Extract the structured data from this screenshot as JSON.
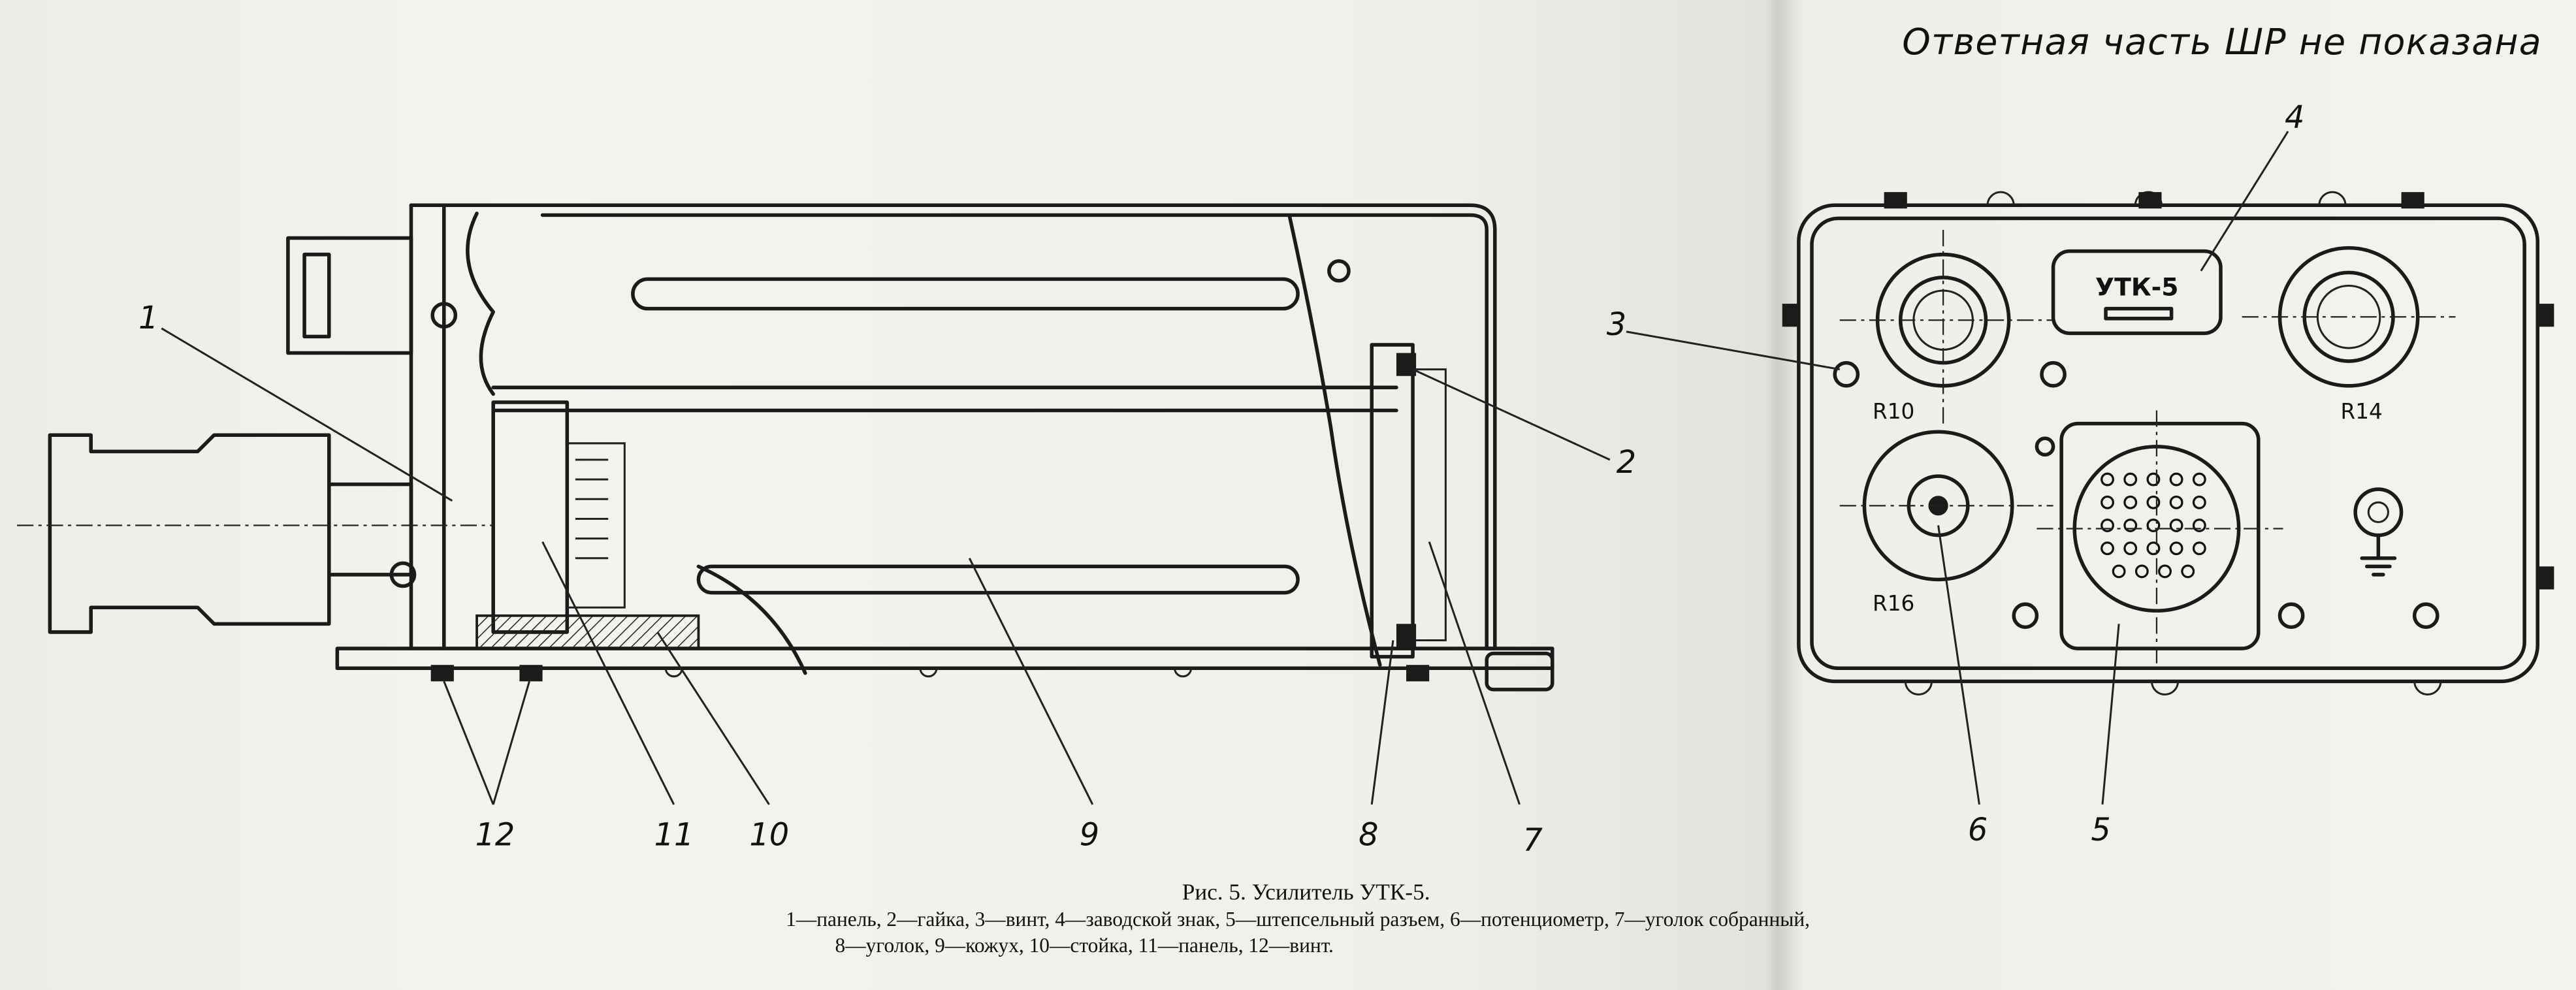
{
  "note": "Ответная часть ШР не показана",
  "caption": {
    "title": "Рис. 5. Усилитель УТК-5.",
    "legend_line1": "1—панель, 2—гайка, 3—винт, 4—заводской знак, 5—штепсельный разъем, 6—потенциометр, 7—уголок собранный,",
    "legend_line2": "8—уголок, 9—кожух, 10—стойка, 11—панель, 12—винт."
  },
  "callouts": [
    "1",
    "2",
    "3",
    "4",
    "5",
    "6",
    "7",
    "8",
    "9",
    "10",
    "11",
    "12"
  ],
  "front_view": {
    "plate_text": "УТК-5",
    "socket_labels": [
      "R10",
      "R14",
      "R16"
    ]
  }
}
